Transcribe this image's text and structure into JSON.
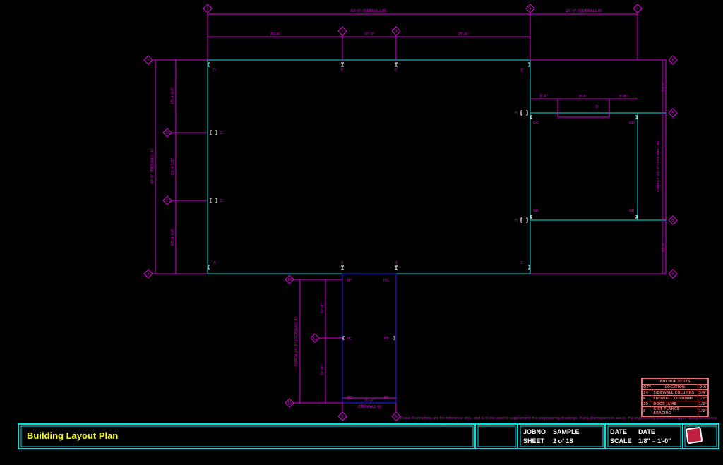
{
  "dims": {
    "overall_top": "60'-0\" (SIDEWALL B)",
    "garage_top": "20'-0\" (SIDEWALL B)",
    "bay_1": "20'-6\"",
    "bay_2": "10'-0\"",
    "bay_3": "25'-6\"",
    "left_overall": "40'-0\" (ENDWALL A)",
    "left_1": "13'-4 3/4\"",
    "left_2": "13'-4 1/2\"",
    "left_3": "13'-4 3/4\"",
    "right_top": "10'-0\"",
    "right_bottom": "10'-0\"",
    "garage_right": "GARAGE 20'-0\" (ENDWALL B)",
    "door_left": "3'-6\"",
    "door_mid": "8'-0\"",
    "door_right": "8'-6\"",
    "door_small": "5'",
    "porch_left": "PORCH 24'-0\" (SIDEWALL B)",
    "porch_upper": "12'-0\"",
    "porch_lower": "12'-0\"",
    "porch_bottom": "10'-0\"",
    "porch_bottom_label": "(ENDWALL A)"
  },
  "markers": {
    "top": [
      "1",
      "2",
      "3",
      "4",
      "5"
    ],
    "left": [
      "F",
      "D",
      "C",
      "A"
    ],
    "right": [
      "F",
      "E",
      "B",
      "A"
    ],
    "porch": [
      "10",
      "11",
      "12"
    ],
    "porch_bottom": [
      "B",
      "A"
    ]
  },
  "column_labels": {
    "main_top": [
      "D",
      "E",
      "E",
      "E"
    ],
    "main_bottom": [
      "A",
      "B",
      "B",
      "C"
    ],
    "main_left": [
      "G",
      "G"
    ],
    "garage": [
      "GC",
      "GD",
      "GA",
      "GB",
      "H",
      "H"
    ],
    "porch": [
      "PF",
      "PD",
      "PC",
      "PB",
      "PD",
      "PA"
    ]
  },
  "anchor_bolts": {
    "title": "ANCHOR BOLTS",
    "headers": [
      "QTY",
      "LOCATION",
      "DIA"
    ],
    "rows": [
      [
        "24",
        "SIDEWALL COLUMNS",
        "3/4\""
      ],
      [
        "6",
        "ENDWALL COLUMNS",
        "1/2\""
      ],
      [
        "20",
        "DOOR JAMB",
        "1/2\""
      ],
      [
        "8",
        "GIRT FLANGE BRACING",
        "1/2\""
      ]
    ]
  },
  "note": "These illustrations are for reference only, and is to be used to supplement the engineering drawings. If any discrepancies occur, the engineering plans will always take precedence.",
  "title_block": {
    "title": "Building Layout Plan",
    "jobno_label": "JOBNO",
    "jobno_value": "SAMPLE",
    "sheet_label": "SHEET",
    "sheet_value": "2 of 18",
    "date_label": "DATE",
    "date_value": "DATE",
    "scale_label": "SCALE",
    "scale_value": "1/8\" = 1'-0\""
  },
  "colors": {
    "outline": "#00e0e0",
    "dimension": "#e000e0",
    "porch": "#2020ff",
    "title": "#ffff00",
    "background": "#000000"
  }
}
